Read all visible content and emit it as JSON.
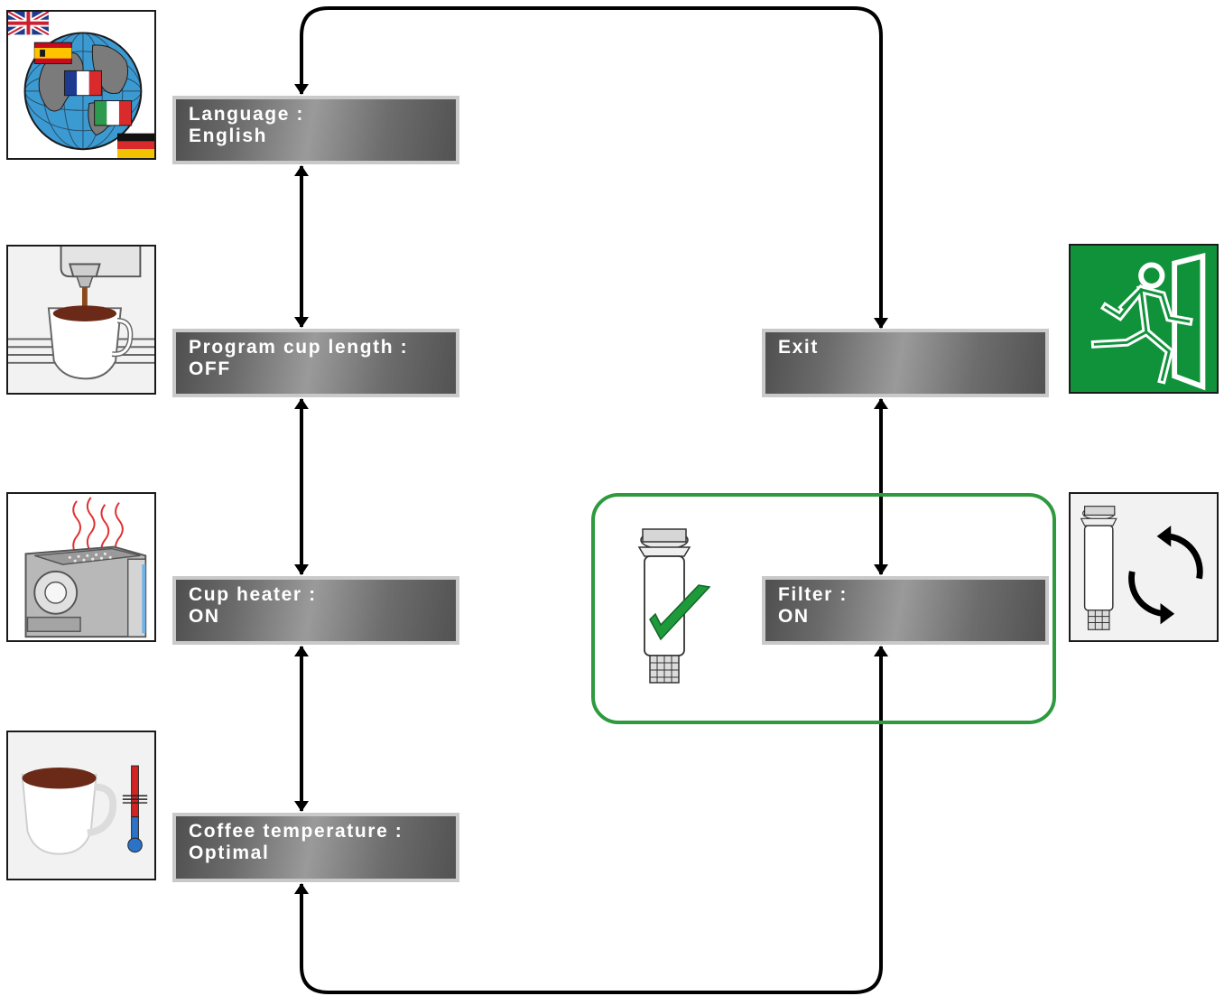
{
  "menu": {
    "language": {
      "label": "Language :",
      "value": "English"
    },
    "cup_length": {
      "label": "Program cup length :",
      "value": "OFF"
    },
    "cup_heater": {
      "label": "Cup heater :",
      "value": "ON"
    },
    "coffee_temp": {
      "label": "Coffee temperature :",
      "value": "Optimal"
    },
    "exit": {
      "label": "Exit"
    },
    "filter": {
      "label": "Filter :",
      "value": "ON"
    }
  },
  "colors": {
    "highlight": "#2e9a3e",
    "exit_sign": "#10923b",
    "check": "#1f9a3a",
    "mug_coffee": "#6b2a18",
    "thermometer_hot": "#d42323",
    "thermometer_cold": "#2a73c8",
    "steam": "#e03030"
  },
  "icons": [
    "globe-flags-icon",
    "cup-dispense-icon",
    "cup-heater-icon",
    "coffee-thermometer-icon",
    "emergency-exit-icon",
    "filter-check-icon",
    "filter-replace-icon"
  ]
}
